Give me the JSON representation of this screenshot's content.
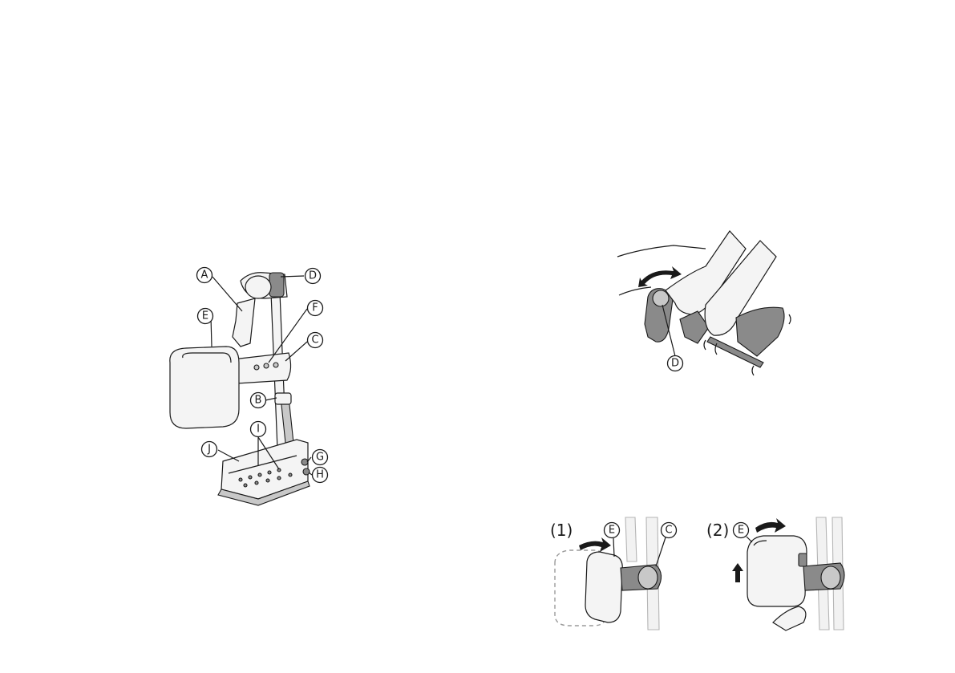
{
  "figure_legrest": {
    "callouts": [
      "A",
      "B",
      "C",
      "D",
      "E",
      "F",
      "G",
      "H",
      "I",
      "J"
    ]
  },
  "figure_adjust": {
    "callouts": [
      "D"
    ]
  },
  "figure_steps": {
    "step1": {
      "number": "(1)",
      "callouts": [
        "E",
        "C"
      ]
    },
    "step2": {
      "number": "(2)",
      "callouts": [
        "E"
      ]
    }
  }
}
